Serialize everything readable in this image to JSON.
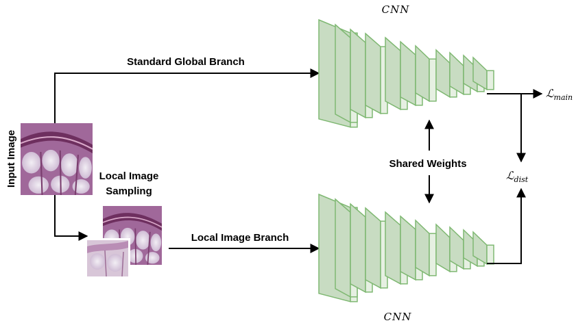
{
  "labels": {
    "input_image": "Input Image",
    "local_sampling_line1": "Local Image",
    "local_sampling_line2": "Sampling",
    "global_branch": "Standard Global Branch",
    "local_branch": "Local Image Branch",
    "shared_weights": "Shared Weights",
    "cnn_top": "CNN",
    "cnn_bottom": "CNN"
  },
  "losses": {
    "main": {
      "symbol": "ℒ",
      "subscript": "main"
    },
    "dist": {
      "symbol": "ℒ",
      "subscript": "dist"
    }
  },
  "colors": {
    "layer_fill": "#c8dcc2",
    "layer_side": "#a9c7a2",
    "layer_stroke": "#7fb872",
    "arrow": "#000000",
    "tissue_base": "#b07aa8",
    "tissue_dark": "#6e2f5f",
    "tissue_light": "#e9e2ec"
  }
}
